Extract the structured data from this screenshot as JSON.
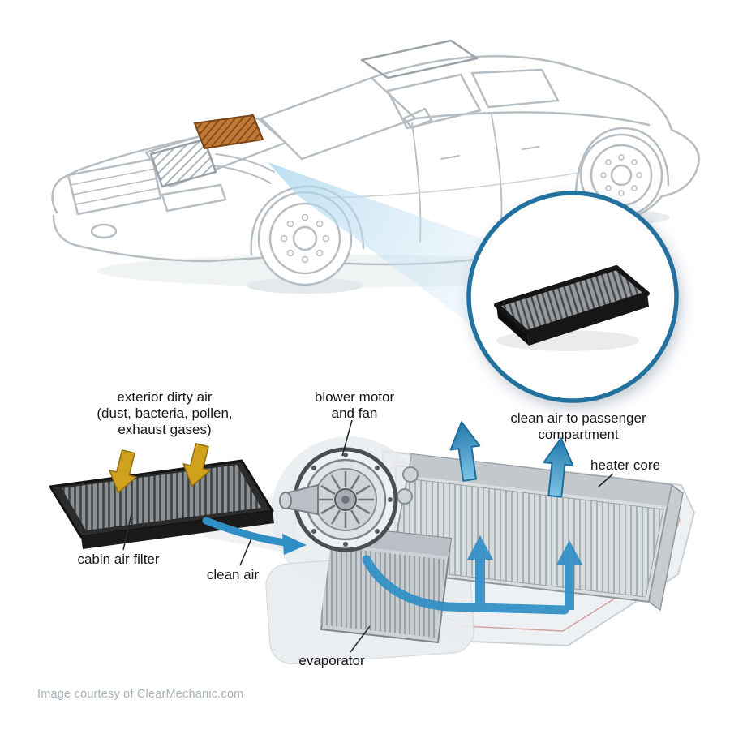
{
  "labels": {
    "exterior_dirty_air": {
      "line1": "exterior dirty air",
      "line2": "(dust, bacteria, pollen,",
      "line3": "exhaust gases)"
    },
    "blower_motor": {
      "line1": "blower motor",
      "line2": "and fan"
    },
    "clean_air_passenger": {
      "line1": "clean air to passenger",
      "line2": "compartment"
    },
    "heater_core": "heater core",
    "cabin_air_filter": "cabin air filter",
    "clean_air": "clean air",
    "evaporator": "evaporator"
  },
  "footer": {
    "credit": "Image courtesy of ClearMechanic.com"
  },
  "colors": {
    "accent_blue": "#20719f",
    "flow_arrow_blue": "#2f8fc4",
    "dirty_air_gold": "#cfa11d",
    "engine_filter_orange": "#c07a36",
    "car_line_gray": "#b6bdc3",
    "label_text": "#161616",
    "footer_text": "#a6b2ba"
  }
}
